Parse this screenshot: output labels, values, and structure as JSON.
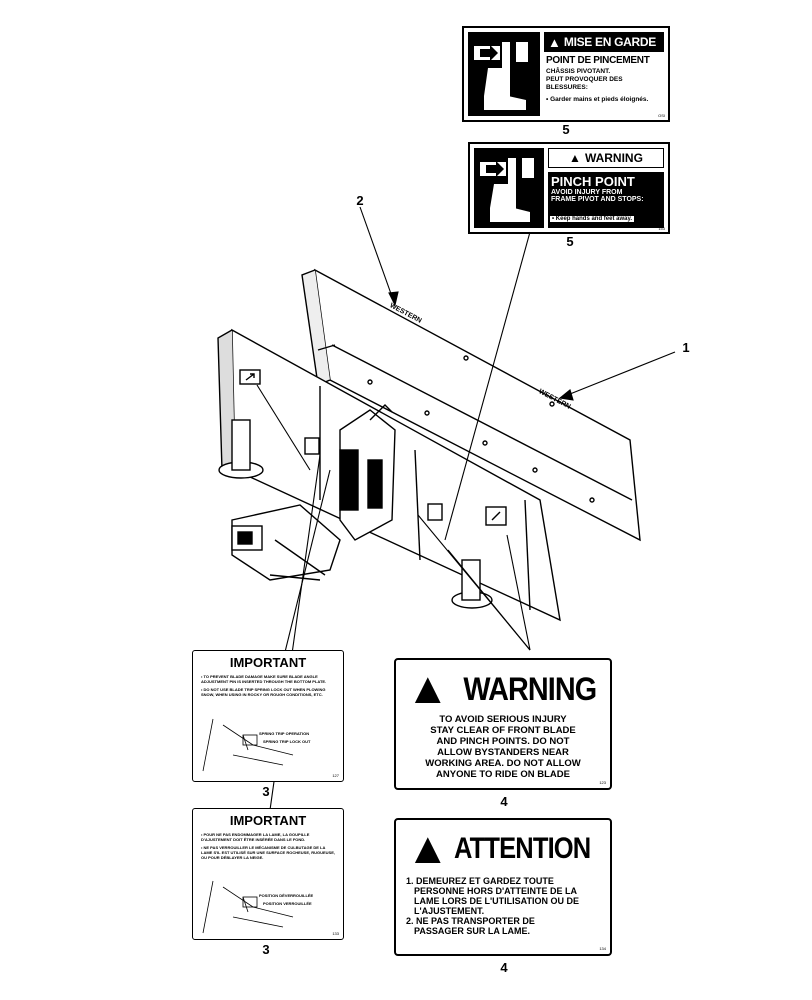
{
  "decal_fr_top": {
    "header": "MISE EN GARDE",
    "title": "POINT DE PINCEMENT",
    "line1": "CHÂSSIS PIVOTANT.",
    "line2": "PEUT PROVOQUER DES",
    "line3": "BLESSURES:",
    "bullet": "• Garder mains et pieds éloignés.",
    "code": "OSI"
  },
  "decal_en_top": {
    "header": "WARNING",
    "title": "PINCH POINT",
    "line1": "AVOID INJURY FROM",
    "line2": "FRAME PIVOT AND STOPS:",
    "bullet": "• Keep hands and feet away.",
    "code": "153"
  },
  "callouts": {
    "n1": "1",
    "n2": "2",
    "n3a": "3",
    "n3b": "3",
    "n4a": "4",
    "n4b": "4",
    "n5a": "5",
    "n5b": "5"
  },
  "blade_marks": {
    "m1": "WESTERN",
    "m2": "WESTERN"
  },
  "important_en": {
    "title": "IMPORTANT",
    "b1": "• TO PREVENT BLADE DAMAGE MAKE SURE BLADE ANGLE ADJUSTMENT PIN IS INSERTED THROUGH THE BOTTOM PLATE.",
    "b2": "• DO NOT USE BLADE TRIP SPRING LOCK OUT WHEN PLOWING SNOW, WHEN USING IN ROCKY OR ROUGH CONDITIONS, ETC.",
    "lbl1": "SPRING TRIP OPERATION",
    "lbl2": "SPRING TRIP LOCK OUT",
    "code": "127"
  },
  "important_fr": {
    "title": "IMPORTANT",
    "b1": "• POUR NE PAS ENDOMMAGER LA LAME, LA GOUPILLE D'AJUSTEMENT DOIT ÊTRE INSÉRÉE DANS LE FOND.",
    "b2": "• NE PAS VERROUILLER LE MÉCANISME DE CULBUTAGE DE LA LAME S'IL EST UTILISÉ SUR UNE SURFACE ROCHEUSE, RUGUEUSE, OU POUR DÉBLAYER LA NEIGE.",
    "lbl1": "POSITION DÉVERROUILLÉE",
    "lbl2": "POSITION VERROUILLÉE",
    "code": "133"
  },
  "warning_big": {
    "header": "WARNING",
    "subhead": "TO AVOID SERIOUS INJURY",
    "body1": "STAY CLEAR OF FRONT BLADE",
    "body2": "AND PINCH POINTS. DO NOT",
    "body3": "ALLOW BYSTANDERS NEAR",
    "body4": "WORKING AREA. DO NOT ALLOW",
    "body5": "ANYONE TO RIDE ON BLADE",
    "code": "123"
  },
  "attention_big": {
    "header": "ATTENTION",
    "item1a": "1. DEMEUREZ ET GARDEZ TOUTE",
    "item1b": "PERSONNE HORS D'ATTEINTE DE LA",
    "item1c": "LAME LORS DE L'UTILISATION OU DE",
    "item1d": "L'AJUSTEMENT.",
    "item2a": "2. NE PAS TRANSPORTER DE",
    "item2b": "PASSAGER SUR LA LAME.",
    "code": "134"
  }
}
